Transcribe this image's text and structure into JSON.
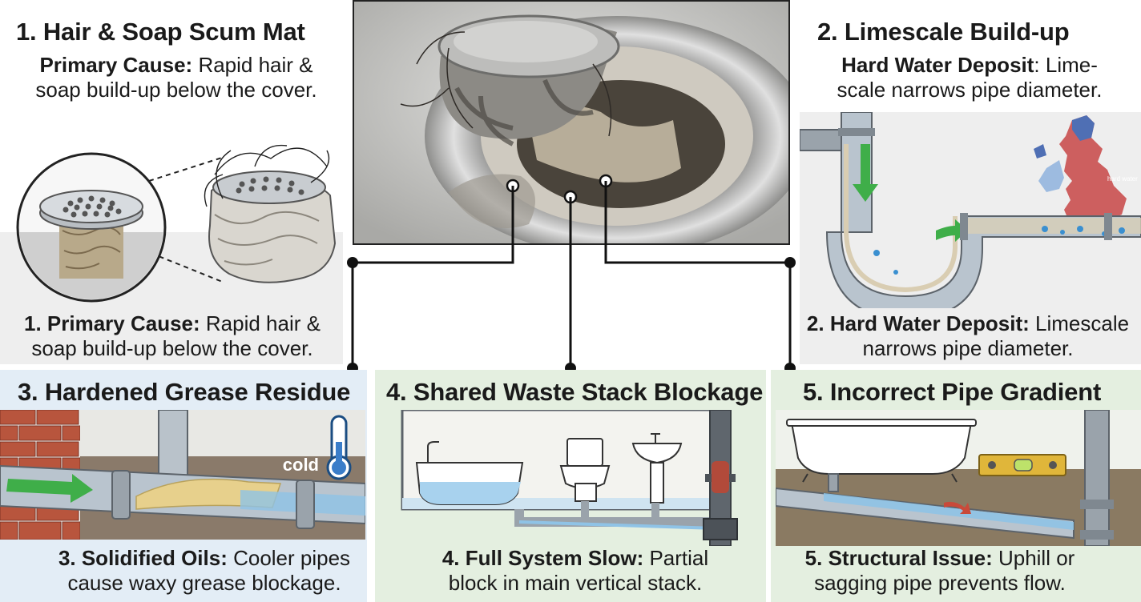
{
  "colors": {
    "grey_panel": "#eeeeee",
    "blue_panel": "#e3edf6",
    "green_panel": "#e4efe0",
    "arrow_green": "#3fae49",
    "pipe_grey": "#9aa3ab",
    "brick": "#b8553d"
  },
  "panel1": {
    "title": "1. Hair & Soap Scum Mat",
    "top_bold": "Primary Cause:",
    "top_text_a": " Rapid hair &",
    "top_text_b": "soap build-up below the cover.",
    "bottom_bold": "1. Primary Cause:",
    "bottom_text_a": " Rapid hair &",
    "bottom_text_b": "soap build-up below the cover."
  },
  "panel2": {
    "title": "2. Limescale Build-up",
    "top_bold": "Hard Water Deposit",
    "top_text_a": ": Lime-",
    "top_text_b": "scale narrows pipe diameter.",
    "bottom_bold": "2. Hard Water Deposit:",
    "bottom_text_a": " Limescale",
    "bottom_text_b": "narrows pipe diameter.",
    "map_label": "hard water"
  },
  "panel3": {
    "title": "3. Hardened Grease Residue",
    "cold_label": "cold",
    "bottom_bold": "3. Solidified Oils:",
    "bottom_text_a": " Cooler pipes",
    "bottom_text_b": "cause waxy grease blockage."
  },
  "panel4": {
    "title": "4. Shared Waste Stack Blockage",
    "bottom_bold": "4. Full System Slow:",
    "bottom_text_a": " Partial",
    "bottom_text_b": "block in main vertical stack."
  },
  "panel5": {
    "title": "5. Incorrect Pipe Gradient",
    "bottom_bold": "5. Structural Issue:",
    "bottom_text_a": " Uphill or",
    "bottom_text_b": "sagging pipe prevents flow."
  }
}
